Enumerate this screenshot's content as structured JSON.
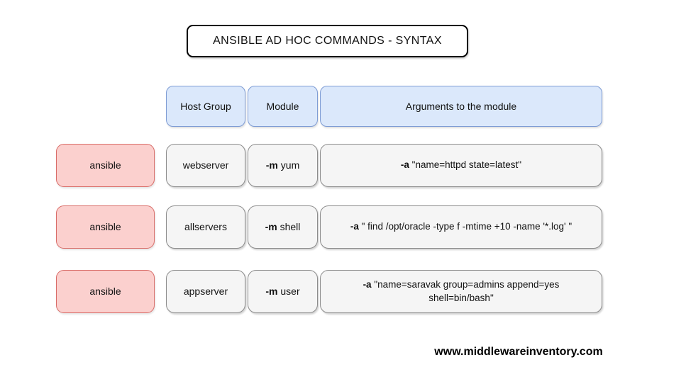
{
  "title": "ANSIBLE AD HOC COMMANDS - SYNTAX",
  "header": {
    "host_group": "Host Group",
    "module": "Module",
    "arguments": "Arguments to the module"
  },
  "rows": [
    {
      "command": "ansible",
      "host_group": "webserver",
      "module_flag": "-m",
      "module_name": "yum",
      "args_flag": "-a",
      "args_text": "\"name=httpd state=latest\""
    },
    {
      "command": "ansible",
      "host_group": "allservers",
      "module_flag": "-m",
      "module_name": "shell",
      "args_flag": "-a",
      "args_text": "\" find /opt/oracle -type f -mtime +10 -name '*.log' \""
    },
    {
      "command": "ansible",
      "host_group": "appserver",
      "module_flag": "-m",
      "module_name": "user",
      "args_flag": "-a",
      "args_text": "\"name=saravak group=admins append=yes shell=bin/bash\""
    }
  ],
  "footer": "www.middlewareinventory.com",
  "colors": {
    "blue_fill": "#dbe8fb",
    "blue_border": "#7e9cd4",
    "pink_fill": "#fbd0ce",
    "pink_border": "#d96c68",
    "gray_fill": "#f5f5f5",
    "gray_border": "#8c8c8c",
    "title_border": "#000000"
  }
}
